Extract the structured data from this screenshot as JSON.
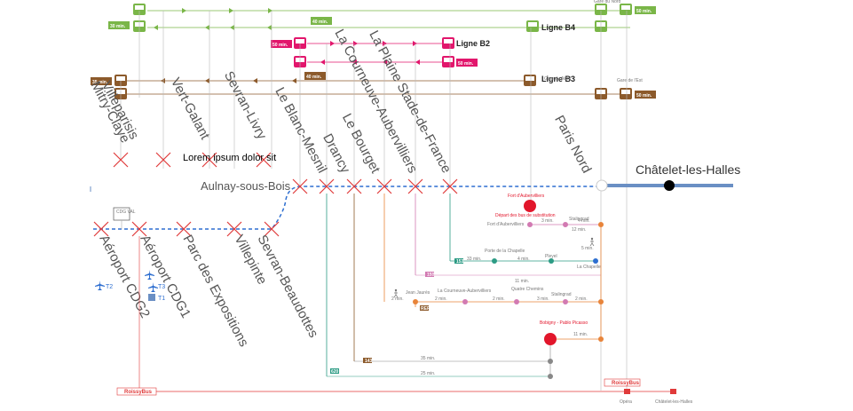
{
  "colors": {
    "green": "#7ab648",
    "magenta": "#e2166c",
    "brown": "#8c5a2b",
    "rer_blue": "#6a8fc4",
    "dash_blue": "#2f6fd0",
    "cross": "#e03a3a",
    "orange": "#e8843a",
    "teal": "#2c9b84",
    "pink": "#d27ab2"
  },
  "lines": {
    "b4": "Ligne B4",
    "b2": "Ligne B2",
    "b3": "Ligne B3"
  },
  "durations": {
    "green_left": "30 min.",
    "green_mid": "40 min.",
    "green_right": "50 min.",
    "magenta_left": "50 min.",
    "magenta_right": "50 min.",
    "brown_left": "35 min.",
    "brown_mid": "40 min.",
    "brown_right": "50 min."
  },
  "stations_top": [
    "Mitry-Claye",
    "Villeparisis",
    "Vert-Galant",
    "Sevran-Livry",
    "Le Blanc-Mesnil",
    "Drancy",
    "Le Bourget",
    "La Courneuve-Aubervilliers",
    "La Plaine Stade-de-France",
    "Paris Nord"
  ],
  "stations_bottom": [
    "Aéroport CDG2",
    "Aéroport CDG1",
    "Parc des Expositions",
    "Villepinte",
    "Sevran-Beaudottes"
  ],
  "aulnay": "Aulnay-sous-Bois",
  "chatelet": "Châtelet-les-Halles",
  "overlay_text": "Lorem ipsum dolor sit",
  "cdg_val": "CDG VAL",
  "terminals": {
    "t2": "T2",
    "t3": "T3",
    "t1": "T1"
  },
  "fort_aubervilliers": "Fort d'Aubervilliers",
  "depart": "Départ des bus de substitution",
  "bobigny": "Bobigny - Pablo Picasso",
  "roissybus": "RoissyBus",
  "bottom_right": {
    "opera": "Opéra",
    "chatelet": "Châtelet-les-Halles"
  },
  "small_labels": {
    "gare_du_nord": "Gare du Nord",
    "gare_de_lest": "Gare de l'Est",
    "la_chapelle": "La Chapelle",
    "porte_chapelle": "Porte de la Chapelle",
    "pleyel": "Pleyel",
    "la_courneuve_8": "La Courneuve-Aubervilliers",
    "quatre_chemins": "Quatre Chemins",
    "stalingrad": "Stalingrad",
    "fort_aub_small": "Fort d'Aubervilliers",
    "jean_jaures": "Jean Jaurès"
  },
  "bus_codes": {
    "b153": "153",
    "b150": "150",
    "b143": "143",
    "b620": "620",
    "rer": "RER"
  },
  "times": {
    "t33": "33 min.",
    "t11": "11 min.",
    "t35": "35 min.",
    "t25": "25 min.",
    "t12": "12 min.",
    "t4": "4 min.",
    "t5": "5 min.",
    "t2": "2 min.",
    "t3": "3 min."
  }
}
